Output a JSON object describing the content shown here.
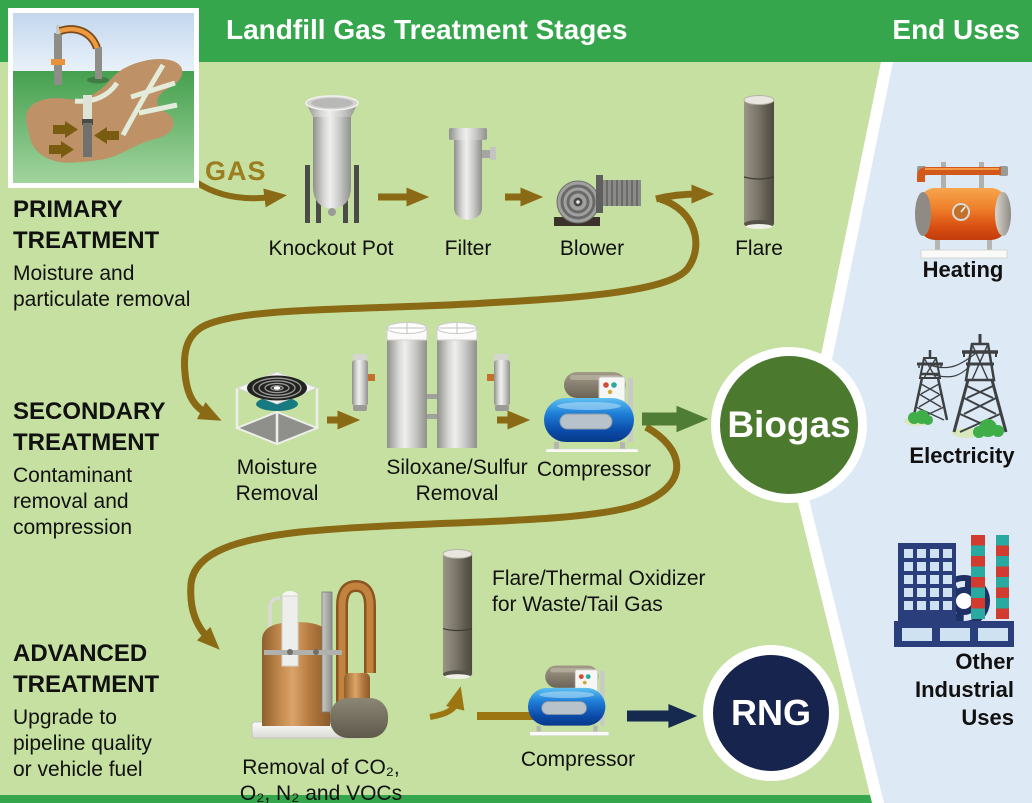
{
  "header": {
    "title": "Landfill Gas Treatment Stages",
    "end_uses": "End Uses"
  },
  "gas_label": "GAS",
  "stages": {
    "primary": {
      "t1": "PRIMARY",
      "t2": "TREATMENT",
      "d1": "Moisture and",
      "d2": "particulate removal"
    },
    "secondary": {
      "t1": "SECONDARY",
      "t2": "TREATMENT",
      "d1": "Contaminant",
      "d2": "removal and",
      "d3": "compression"
    },
    "advanced": {
      "t1": "ADVANCED",
      "t2": "TREATMENT",
      "d1": "Upgrade to",
      "d2": "pipeline quality",
      "d3": "or vehicle fuel"
    }
  },
  "primary_flow": {
    "knockout": "Knockout Pot",
    "filter": "Filter",
    "blower": "Blower",
    "flare": "Flare"
  },
  "secondary_flow": {
    "moisture1": "Moisture",
    "moisture2": "Removal",
    "siloxane1": "Siloxane/Sulfur",
    "siloxane2": "Removal",
    "compressor": "Compressor",
    "output": "Biogas"
  },
  "advanced_flow": {
    "removal1": "Removal of CO₂,",
    "removal2": "O₂, N₂ and VOCs",
    "flare1": "Flare/Thermal Oxidizer",
    "flare2": "for Waste/Tail Gas",
    "compressor": "Compressor",
    "output": "RNG"
  },
  "end_uses": {
    "heating": "Heating",
    "electricity": "Electricity",
    "other1": "Other",
    "other2": "Industrial",
    "other3": "Uses"
  },
  "icons": [
    "landfill-gas-wells-icon",
    "knockout-pot-icon",
    "filter-vessel-icon",
    "blower-icon",
    "flare-stack-icon",
    "moisture-removal-chiller-icon",
    "siloxane-sulfur-towers-icon",
    "compressor-icon",
    "co2-removal-plant-icon",
    "thermal-oxidizer-flare-icon",
    "boiler-heating-icon",
    "transmission-towers-icon",
    "factory-icon"
  ],
  "colors": {
    "header_green": "#35a64b",
    "background_green": "#c5e0a0",
    "panel_blue": "#dde9f4",
    "arrow_brown": "#8a6a15",
    "arrow_gold": "#9c7611",
    "gas_text": "#9c7d1f",
    "biogas_green": "#4b7a2e",
    "biogas_arrow_green": "#4f7d35",
    "rng_navy": "#16244e",
    "rng_arrow_navy": "#16294f"
  }
}
